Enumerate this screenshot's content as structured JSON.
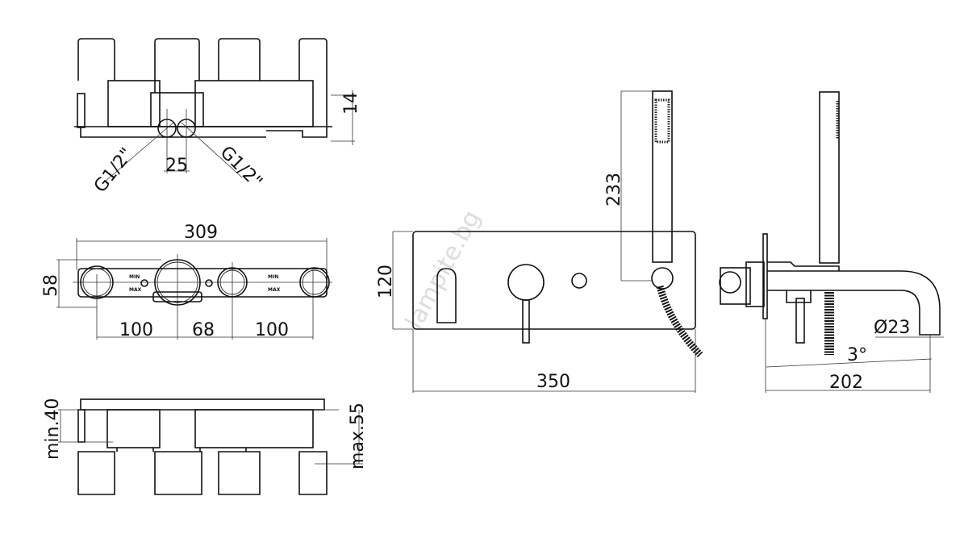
{
  "watermark": "lampite.bg",
  "top_view": {
    "dim_height": "14",
    "dim_spacing": "25",
    "thread_left": "G1/2\"",
    "thread_right": "G1/2\""
  },
  "plan_view": {
    "dim_total": "309",
    "dim_depth": "58",
    "dim_a": "100",
    "dim_b": "68",
    "dim_c": "100",
    "label_min": "MIN",
    "label_max": "MAX"
  },
  "bottom_view": {
    "dim_min": "min.40",
    "dim_max": "max.55"
  },
  "front_view": {
    "dim_height": "120",
    "dim_width": "350",
    "dim_shower": "233"
  },
  "side_view": {
    "dim_diameter": "Ø23",
    "dim_angle": "3°",
    "dim_projection": "202"
  }
}
